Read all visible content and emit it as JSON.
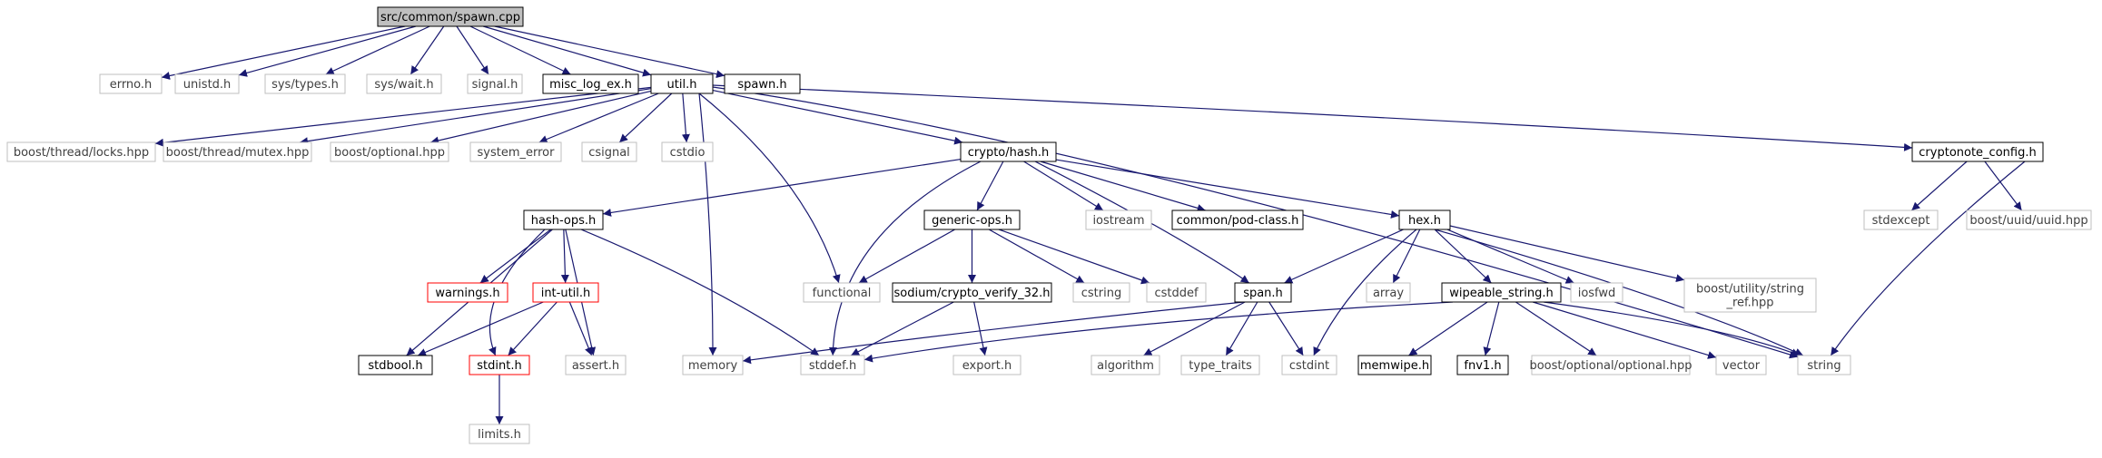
{
  "colors": {
    "edge": "#191970",
    "root_fill": "#bfbfbf",
    "node_border_black": "#000000",
    "node_border_red": "#ff0000",
    "node_border_gray": "#bfbfbf",
    "text_normal": "#000000",
    "text_gray": "#404040"
  },
  "nodes": [
    {
      "id": "spawn_cpp",
      "label": "src/common/spawn.cpp",
      "style": "root"
    },
    {
      "id": "errno_h",
      "label": "errno.h",
      "style": "gray"
    },
    {
      "id": "unistd_h",
      "label": "unistd.h",
      "style": "gray"
    },
    {
      "id": "sys_types_h",
      "label": "sys/types.h",
      "style": "gray"
    },
    {
      "id": "sys_wait_h",
      "label": "sys/wait.h",
      "style": "gray"
    },
    {
      "id": "signal_h",
      "label": "signal.h",
      "style": "gray"
    },
    {
      "id": "misc_log_ex_h",
      "label": "misc_log_ex.h",
      "style": "black"
    },
    {
      "id": "util_h",
      "label": "util.h",
      "style": "black"
    },
    {
      "id": "spawn_h",
      "label": "spawn.h",
      "style": "black"
    },
    {
      "id": "boost_thread_locks",
      "label": "boost/thread/locks.hpp",
      "style": "gray"
    },
    {
      "id": "boost_thread_mutex",
      "label": "boost/thread/mutex.hpp",
      "style": "gray"
    },
    {
      "id": "boost_optional",
      "label": "boost/optional.hpp",
      "style": "gray"
    },
    {
      "id": "system_error",
      "label": "system_error",
      "style": "gray"
    },
    {
      "id": "csignal",
      "label": "csignal",
      "style": "gray"
    },
    {
      "id": "cstdio",
      "label": "cstdio",
      "style": "gray"
    },
    {
      "id": "crypto_hash_h",
      "label": "crypto/hash.h",
      "style": "black"
    },
    {
      "id": "cryptonote_config_h",
      "label": "cryptonote_config.h",
      "style": "black"
    },
    {
      "id": "hash_ops_h",
      "label": "hash-ops.h",
      "style": "black"
    },
    {
      "id": "generic_ops_h",
      "label": "generic-ops.h",
      "style": "black"
    },
    {
      "id": "iostream",
      "label": "iostream",
      "style": "gray"
    },
    {
      "id": "pod_class_h",
      "label": "common/pod-class.h",
      "style": "black"
    },
    {
      "id": "hex_h",
      "label": "hex.h",
      "style": "black"
    },
    {
      "id": "stdexcept",
      "label": "stdexcept",
      "style": "gray"
    },
    {
      "id": "boost_uuid",
      "label": "boost/uuid/uuid.hpp",
      "style": "gray"
    },
    {
      "id": "warnings_h",
      "label": "warnings.h",
      "style": "red"
    },
    {
      "id": "int_util_h",
      "label": "int-util.h",
      "style": "red"
    },
    {
      "id": "functional",
      "label": "functional",
      "style": "gray"
    },
    {
      "id": "sodium_verify",
      "label": "sodium/crypto_verify_32.h",
      "style": "black"
    },
    {
      "id": "cstring",
      "label": "cstring",
      "style": "gray"
    },
    {
      "id": "cstddef",
      "label": "cstddef",
      "style": "gray"
    },
    {
      "id": "span_h",
      "label": "span.h",
      "style": "black"
    },
    {
      "id": "array",
      "label": "array",
      "style": "gray"
    },
    {
      "id": "wipeable_string_h",
      "label": "wipeable_string.h",
      "style": "black"
    },
    {
      "id": "iosfwd",
      "label": "iosfwd",
      "style": "gray"
    },
    {
      "id": "boost_string_ref",
      "label": "boost/utility/string\n_ref.hpp",
      "style": "gray"
    },
    {
      "id": "stdbool_h",
      "label": "stdbool.h",
      "style": "black"
    },
    {
      "id": "stdint_h",
      "label": "stdint.h",
      "style": "red"
    },
    {
      "id": "assert_h",
      "label": "assert.h",
      "style": "gray"
    },
    {
      "id": "memory",
      "label": "memory",
      "style": "gray"
    },
    {
      "id": "stddef_h",
      "label": "stddef.h",
      "style": "gray"
    },
    {
      "id": "export_h",
      "label": "export.h",
      "style": "gray"
    },
    {
      "id": "algorithm",
      "label": "algorithm",
      "style": "gray"
    },
    {
      "id": "type_traits",
      "label": "type_traits",
      "style": "gray"
    },
    {
      "id": "cstdint",
      "label": "cstdint",
      "style": "gray"
    },
    {
      "id": "memwipe_h",
      "label": "memwipe.h",
      "style": "black"
    },
    {
      "id": "fnv1_h",
      "label": "fnv1.h",
      "style": "black"
    },
    {
      "id": "boost_optional_optional",
      "label": "boost/optional/optional.hpp",
      "style": "gray"
    },
    {
      "id": "vector",
      "label": "vector",
      "style": "gray"
    },
    {
      "id": "string",
      "label": "string",
      "style": "gray"
    },
    {
      "id": "limits_h",
      "label": "limits.h",
      "style": "gray"
    }
  ],
  "edges": [
    [
      "spawn_cpp",
      "errno_h"
    ],
    [
      "spawn_cpp",
      "unistd_h"
    ],
    [
      "spawn_cpp",
      "sys_types_h"
    ],
    [
      "spawn_cpp",
      "sys_wait_h"
    ],
    [
      "spawn_cpp",
      "signal_h"
    ],
    [
      "spawn_cpp",
      "misc_log_ex_h"
    ],
    [
      "spawn_cpp",
      "util_h"
    ],
    [
      "spawn_cpp",
      "spawn_h"
    ],
    [
      "util_h",
      "boost_thread_locks"
    ],
    [
      "util_h",
      "boost_thread_mutex"
    ],
    [
      "util_h",
      "boost_optional"
    ],
    [
      "util_h",
      "system_error"
    ],
    [
      "util_h",
      "csignal"
    ],
    [
      "util_h",
      "cstdio"
    ],
    [
      "util_h",
      "functional"
    ],
    [
      "util_h",
      "memory"
    ],
    [
      "util_h",
      "crypto_hash_h"
    ],
    [
      "util_h",
      "string"
    ],
    [
      "util_h",
      "cryptonote_config_h"
    ],
    [
      "crypto_hash_h",
      "hash_ops_h"
    ],
    [
      "crypto_hash_h",
      "stddef_h"
    ],
    [
      "crypto_hash_h",
      "generic_ops_h"
    ],
    [
      "crypto_hash_h",
      "iostream"
    ],
    [
      "crypto_hash_h",
      "pod_class_h"
    ],
    [
      "crypto_hash_h",
      "hex_h"
    ],
    [
      "crypto_hash_h",
      "span_h"
    ],
    [
      "cryptonote_config_h",
      "stdexcept"
    ],
    [
      "cryptonote_config_h",
      "boost_uuid"
    ],
    [
      "cryptonote_config_h",
      "string"
    ],
    [
      "hash_ops_h",
      "stdbool_h"
    ],
    [
      "hash_ops_h",
      "stdint_h"
    ],
    [
      "hash_ops_h",
      "warnings_h"
    ],
    [
      "hash_ops_h",
      "int_util_h"
    ],
    [
      "hash_ops_h",
      "assert_h"
    ],
    [
      "hash_ops_h",
      "stddef_h"
    ],
    [
      "int_util_h",
      "stdbool_h"
    ],
    [
      "int_util_h",
      "stdint_h"
    ],
    [
      "int_util_h",
      "assert_h"
    ],
    [
      "stdint_h",
      "limits_h"
    ],
    [
      "generic_ops_h",
      "functional"
    ],
    [
      "generic_ops_h",
      "sodium_verify"
    ],
    [
      "generic_ops_h",
      "cstring"
    ],
    [
      "generic_ops_h",
      "cstddef"
    ],
    [
      "sodium_verify",
      "stddef_h"
    ],
    [
      "sodium_verify",
      "export_h"
    ],
    [
      "hex_h",
      "span_h"
    ],
    [
      "hex_h",
      "cstdint"
    ],
    [
      "hex_h",
      "array"
    ],
    [
      "hex_h",
      "wipeable_string_h"
    ],
    [
      "hex_h",
      "iosfwd"
    ],
    [
      "hex_h",
      "boost_string_ref"
    ],
    [
      "hex_h",
      "string"
    ],
    [
      "span_h",
      "memory"
    ],
    [
      "span_h",
      "algorithm"
    ],
    [
      "span_h",
      "type_traits"
    ],
    [
      "span_h",
      "cstdint"
    ],
    [
      "wipeable_string_h",
      "stddef_h"
    ],
    [
      "wipeable_string_h",
      "memwipe_h"
    ],
    [
      "wipeable_string_h",
      "fnv1_h"
    ],
    [
      "wipeable_string_h",
      "boost_optional_optional"
    ],
    [
      "wipeable_string_h",
      "vector"
    ],
    [
      "wipeable_string_h",
      "string"
    ]
  ]
}
